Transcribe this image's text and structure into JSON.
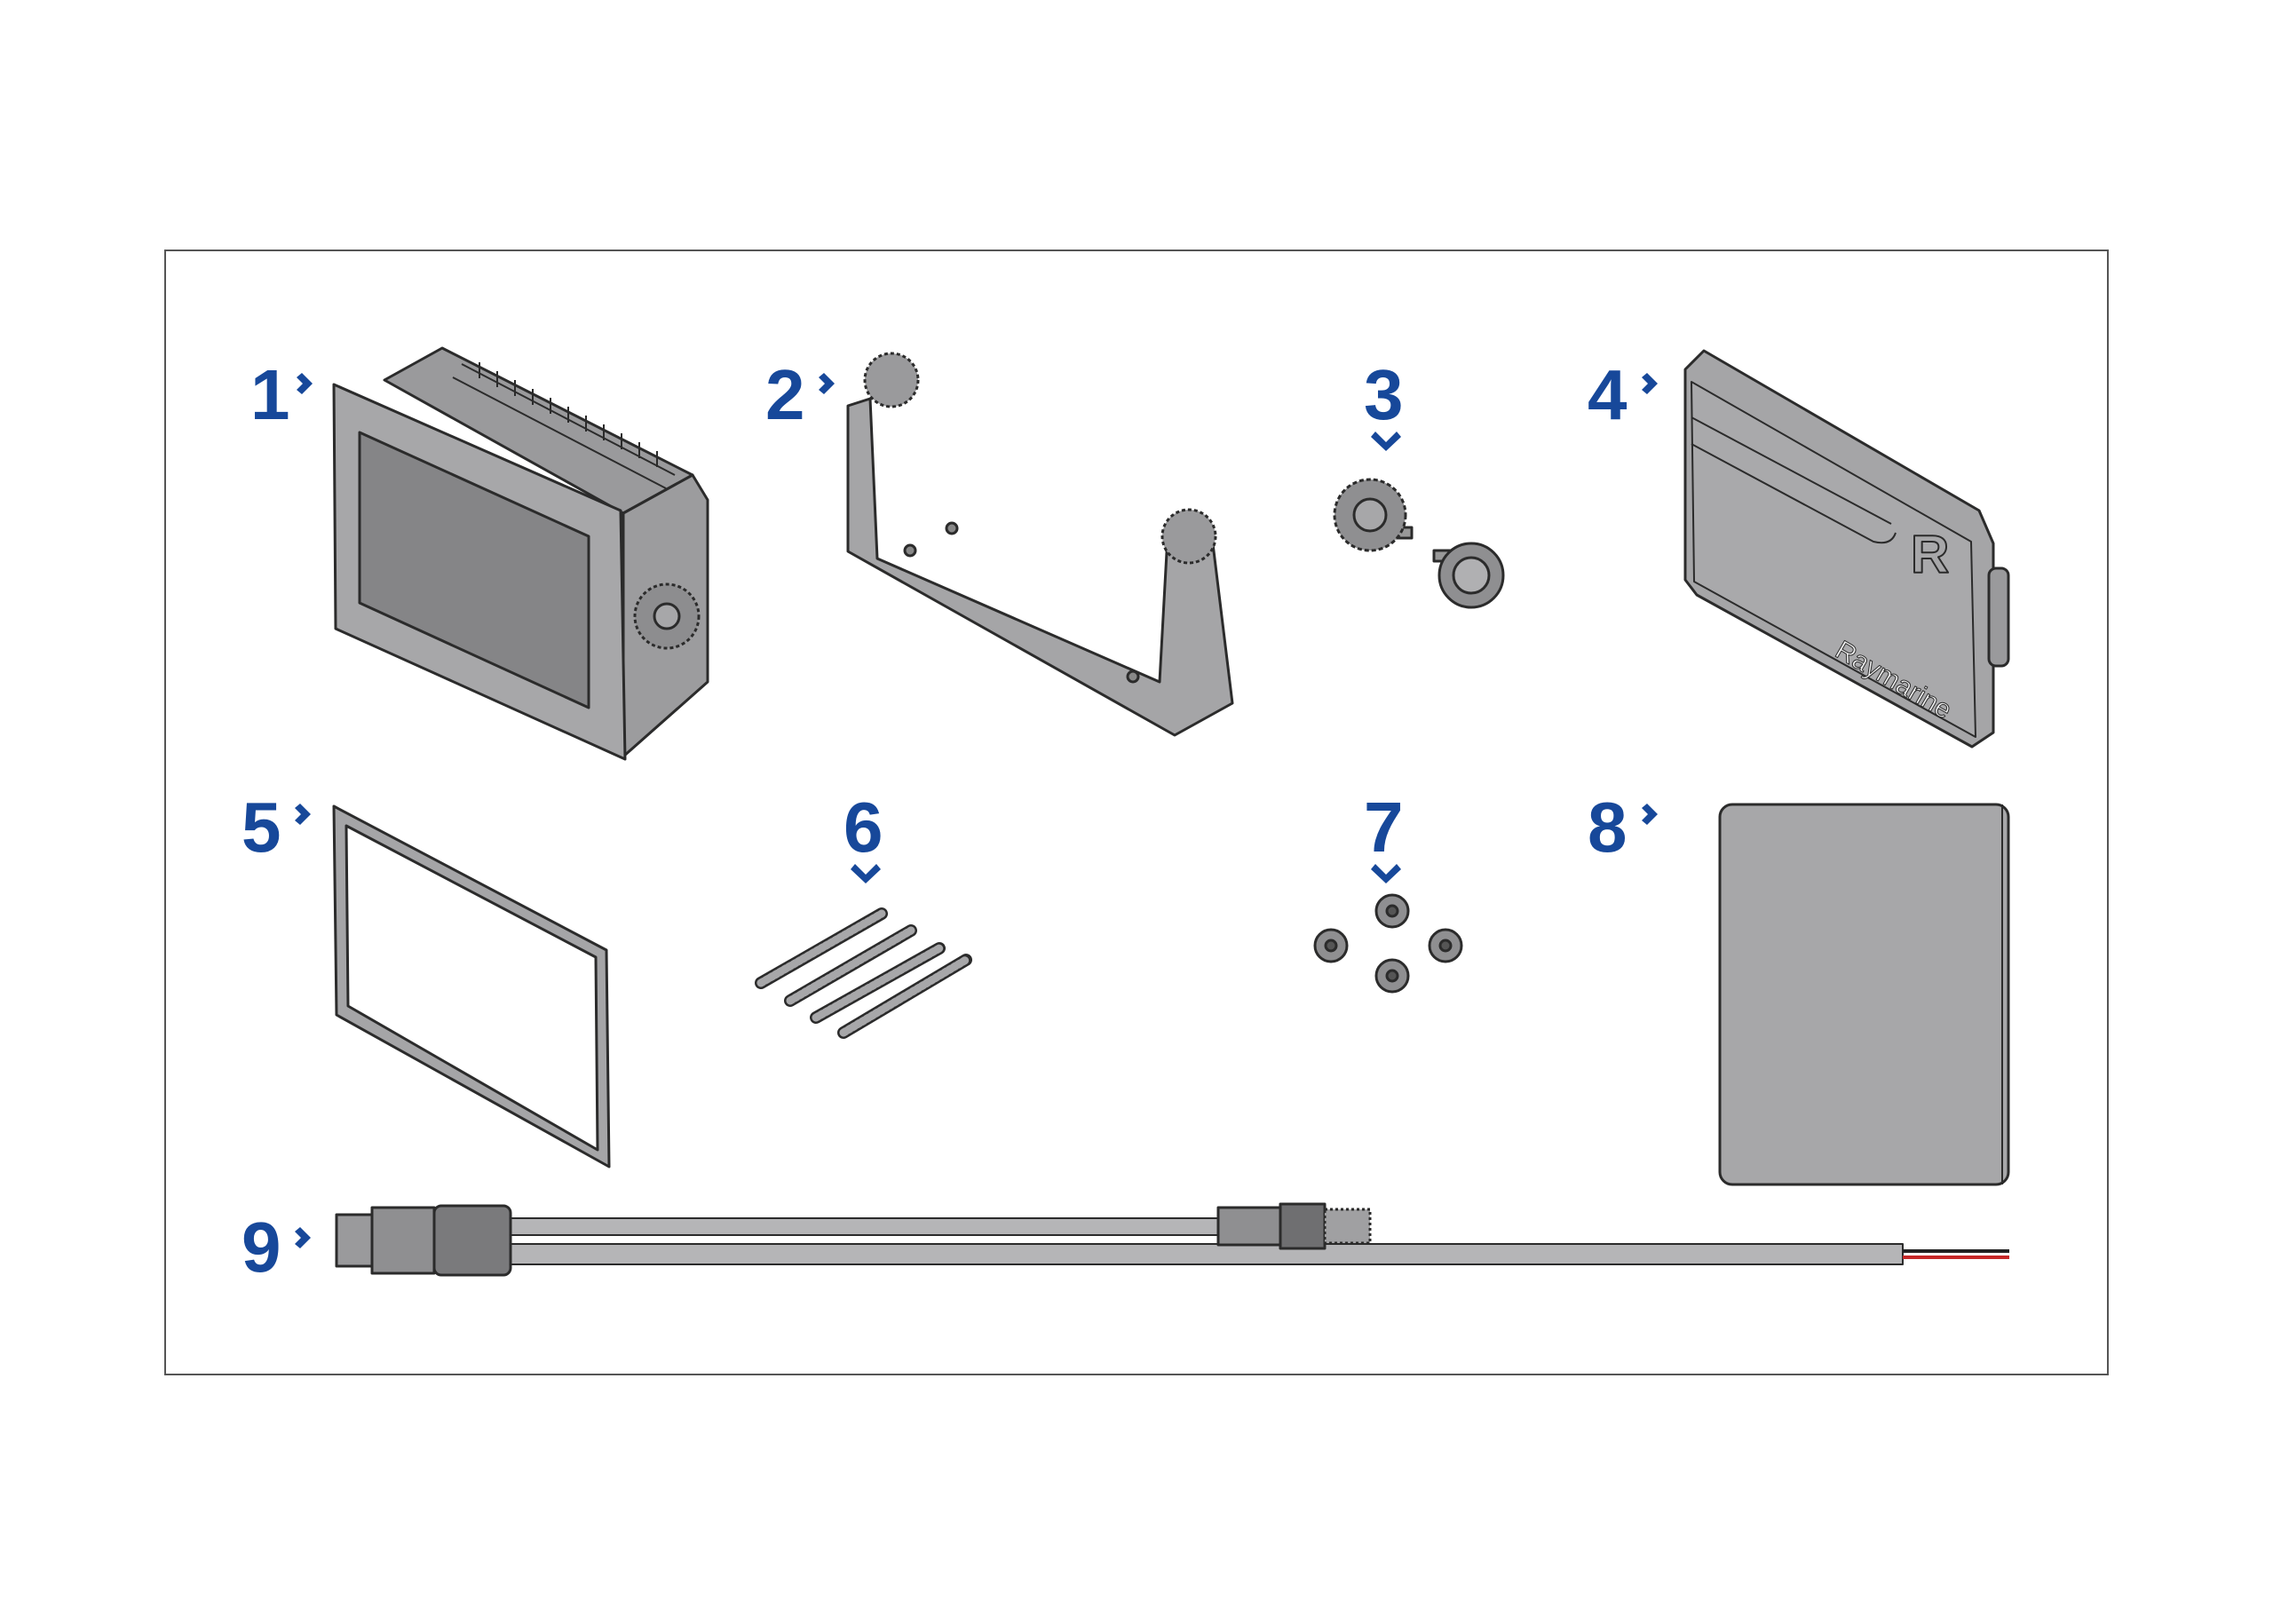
{
  "colors": {
    "label": "#17489a",
    "part": "#a7a7a9",
    "part_dark": "#828284",
    "outline": "#2b2b2b",
    "frame": "#555555"
  },
  "items": [
    {
      "number": "1",
      "part": "display-unit"
    },
    {
      "number": "2",
      "part": "trunnion-bracket"
    },
    {
      "number": "3",
      "part": "bracket-knobs"
    },
    {
      "number": "4",
      "part": "sun-cover"
    },
    {
      "number": "5",
      "part": "panel-gasket"
    },
    {
      "number": "6",
      "part": "threaded-studs"
    },
    {
      "number": "7",
      "part": "thumb-nuts"
    },
    {
      "number": "8",
      "part": "documentation"
    },
    {
      "number": "9",
      "part": "power-data-cable"
    }
  ],
  "cover_logo": {
    "letter": "R",
    "brand": "Raymarine"
  }
}
